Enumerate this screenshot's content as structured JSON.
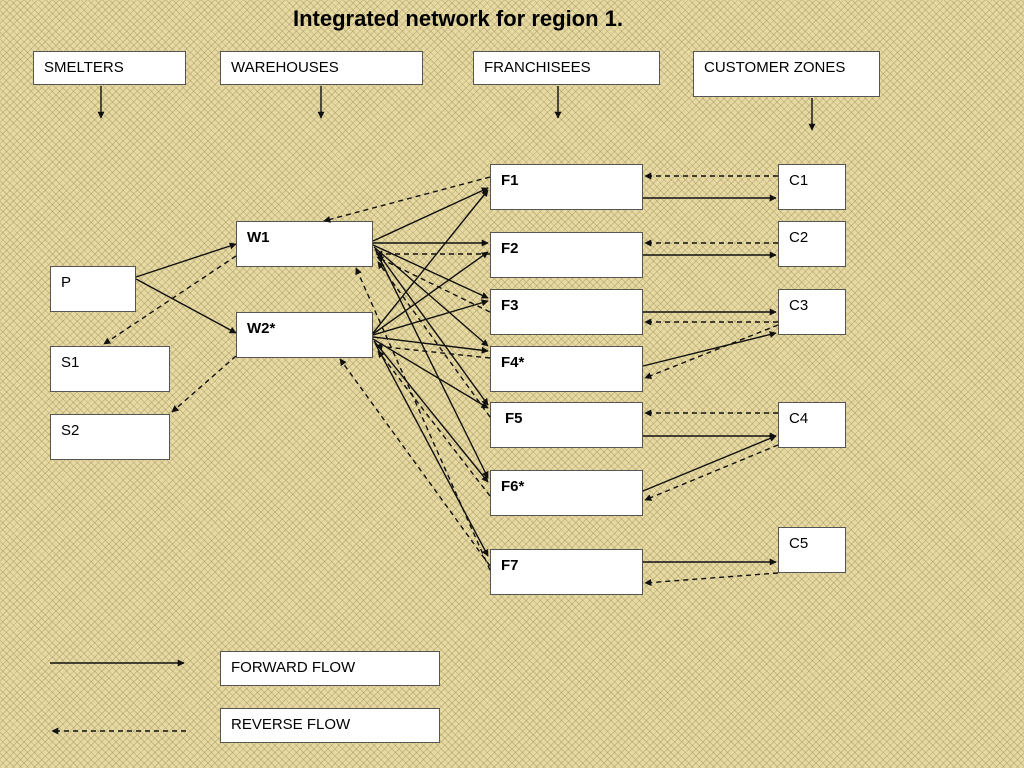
{
  "title": "Integrated network for region 1.",
  "headers": {
    "smelters": "SMELTERS",
    "warehouses": "WAREHOUSES",
    "franchisees": "FRANCHISEES",
    "customer_zones": "CUSTOMER ZONES"
  },
  "nodes": {
    "P": "P",
    "S1": "S1",
    "S2": "S2",
    "W1": "W1",
    "W2": "W2*",
    "F1": "F1",
    "F2": "F2",
    "F3": "F3",
    "F4": "F4*",
    "F5": "F5",
    "F6": "F6*",
    "F7": "F7",
    "C1": "C1",
    "C2": "C2",
    "C3": "C3",
    "C4": "C4",
    "C5": "C5"
  },
  "legend": {
    "forward": "FORWARD FLOW",
    "reverse": "REVERSE FLOW"
  }
}
